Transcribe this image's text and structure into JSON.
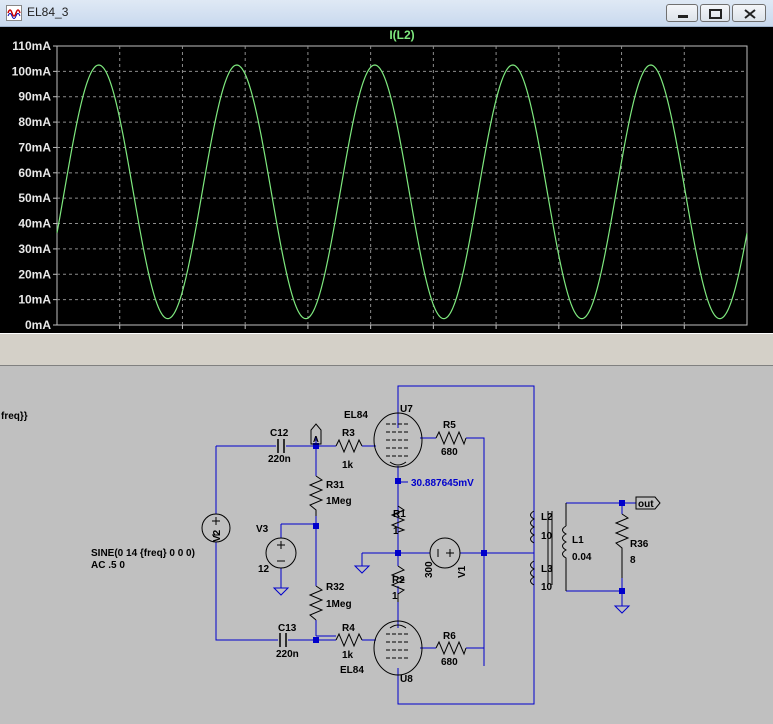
{
  "window": {
    "title": "EL84_3"
  },
  "waveform": {
    "trace_label": "I(L2)",
    "trace_color": "#7ee87e",
    "background": "#000000",
    "y_ticks": [
      "0mA",
      "10mA",
      "20mA",
      "30mA",
      "40mA",
      "50mA",
      "60mA",
      "70mA",
      "80mA",
      "90mA",
      "100mA",
      "110mA"
    ]
  },
  "chart_data": {
    "type": "line",
    "title": "I(L2)",
    "ylabel": "",
    "xlabel": "",
    "ylim": [
      0,
      110
    ],
    "y_unit": "mA",
    "series": [
      {
        "name": "I(L2)",
        "cycles": 5,
        "min": 2.5,
        "max": 102.5
      }
    ],
    "grid": true
  },
  "schematic": {
    "wire_color": "#0000cc",
    "labels": {
      "freq_frag": "freq}}",
      "sine": "SINE(0 14 {freq} 0 0 0)",
      "ac": "AC .5 0",
      "v2": "V2",
      "v3": "V3",
      "v3_val": "12",
      "c12": "C12",
      "c12_val": "220n",
      "c13": "C13",
      "c13_val": "220n",
      "a_flag": "A",
      "r3": "R3",
      "r3_val": "1k",
      "r4": "R4",
      "r4_val": "1k",
      "r31": "R31",
      "r31_val": "1Meg",
      "r32": "R32",
      "r32_val": "1Meg",
      "u7_model": "EL84",
      "u7": "U7",
      "u8_model": "EL84",
      "u8": "U8",
      "r5": "R5",
      "r5_val": "680",
      "r6": "R6",
      "r6_val": "680",
      "r1": "R1",
      "r1_val": "1",
      "r2": "R2",
      "r2_val": "1",
      "v1": "V1",
      "v1_val": "300",
      "probe": "30.887645mV",
      "l2": "L2",
      "l2_val": "10",
      "l3": "L3",
      "l3_val": "10",
      "l1": "L1",
      "l1_val": "0.04",
      "r36": "R36",
      "r36_val": "8",
      "out": "out"
    }
  }
}
